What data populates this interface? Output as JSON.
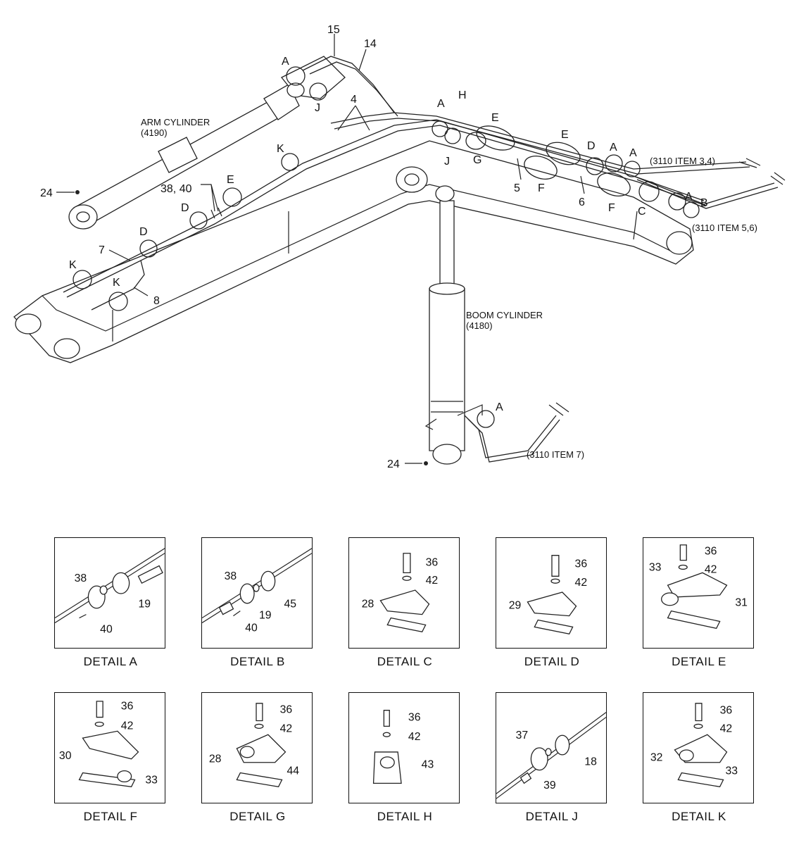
{
  "main": {
    "labels": {
      "arm_cylinder": "ARM CYLINDER",
      "arm_cylinder_code": "(4190)",
      "boom_cylinder": "BOOM CYLINDER",
      "boom_cylinder_code": "(4180)",
      "ref_3110_34": "(3110 ITEM 3,4)",
      "ref_3110_56": "(3110 ITEM 5,6)",
      "ref_3110_7": "(3110 ITEM 7)"
    },
    "callouts": {
      "n15": "15",
      "n14": "14",
      "n4": "4",
      "n5": "5",
      "n6": "6",
      "n7": "7",
      "n8": "8",
      "n24a": "24",
      "n24b": "24",
      "n38_40": "38, 40",
      "a1": "A",
      "j1": "J",
      "a2": "A",
      "h1": "H",
      "e1": "E",
      "j2": "J",
      "g1": "G",
      "e2": "E",
      "d1": "D",
      "a3": "A",
      "a4": "A",
      "f1": "F",
      "f2": "F",
      "c1": "C",
      "a5": "A",
      "b1": "B",
      "k1": "K",
      "e3": "E",
      "d2": "D",
      "d3": "D",
      "k2": "K",
      "k3": "K",
      "a6": "A"
    }
  },
  "details": [
    {
      "caption": "DETAIL  A",
      "nums": [
        "38",
        "19",
        "40"
      ]
    },
    {
      "caption": "DETAIL  B",
      "nums": [
        "38",
        "45",
        "19",
        "40"
      ]
    },
    {
      "caption": "DETAIL  C",
      "nums": [
        "36",
        "42",
        "28"
      ]
    },
    {
      "caption": "DETAIL  D",
      "nums": [
        "36",
        "42",
        "29"
      ]
    },
    {
      "caption": "DETAIL  E",
      "nums": [
        "36",
        "42",
        "33",
        "31"
      ]
    },
    {
      "caption": "DETAIL  F",
      "nums": [
        "36",
        "42",
        "30",
        "33"
      ]
    },
    {
      "caption": "DETAIL  G",
      "nums": [
        "36",
        "42",
        "28",
        "44"
      ]
    },
    {
      "caption": "DETAIL  H",
      "nums": [
        "36",
        "42",
        "43"
      ]
    },
    {
      "caption": "DETAIL  J",
      "nums": [
        "37",
        "18",
        "39"
      ]
    },
    {
      "caption": "DETAIL  K",
      "nums": [
        "36",
        "42",
        "32",
        "33"
      ]
    }
  ]
}
